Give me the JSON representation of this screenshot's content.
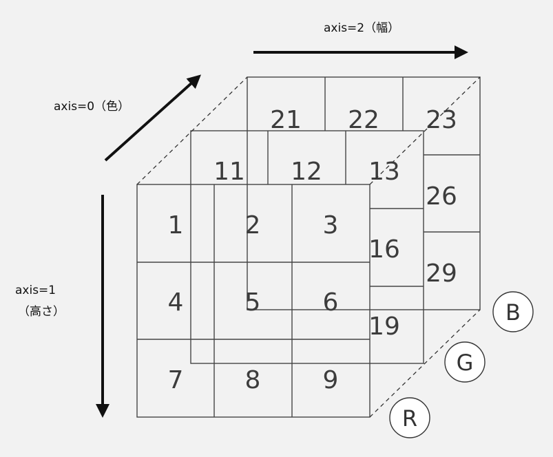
{
  "axes": {
    "axis2_label": "axis=2（幅）",
    "axis0_label": "axis=0（色）",
    "axis1_label_line1": "axis=1",
    "axis1_label_line2": "（高さ）"
  },
  "layers": {
    "back": {
      "channel": "B",
      "cells": {
        "r0c0": "21",
        "r0c1": "22",
        "r0c2": "23",
        "r1c2": "26",
        "r2c2": "29"
      }
    },
    "middle": {
      "channel": "G",
      "cells": {
        "r0c0": "11",
        "r0c1": "12",
        "r0c2": "13",
        "r1c2": "16",
        "r2c2": "19"
      }
    },
    "front": {
      "channel": "R",
      "cells": {
        "r0c0": "1",
        "r0c1": "2",
        "r0c2": "3",
        "r1c0": "4",
        "r1c1": "5",
        "r1c2": "6",
        "r2c0": "7",
        "r2c1": "8",
        "r2c2": "9"
      }
    }
  }
}
